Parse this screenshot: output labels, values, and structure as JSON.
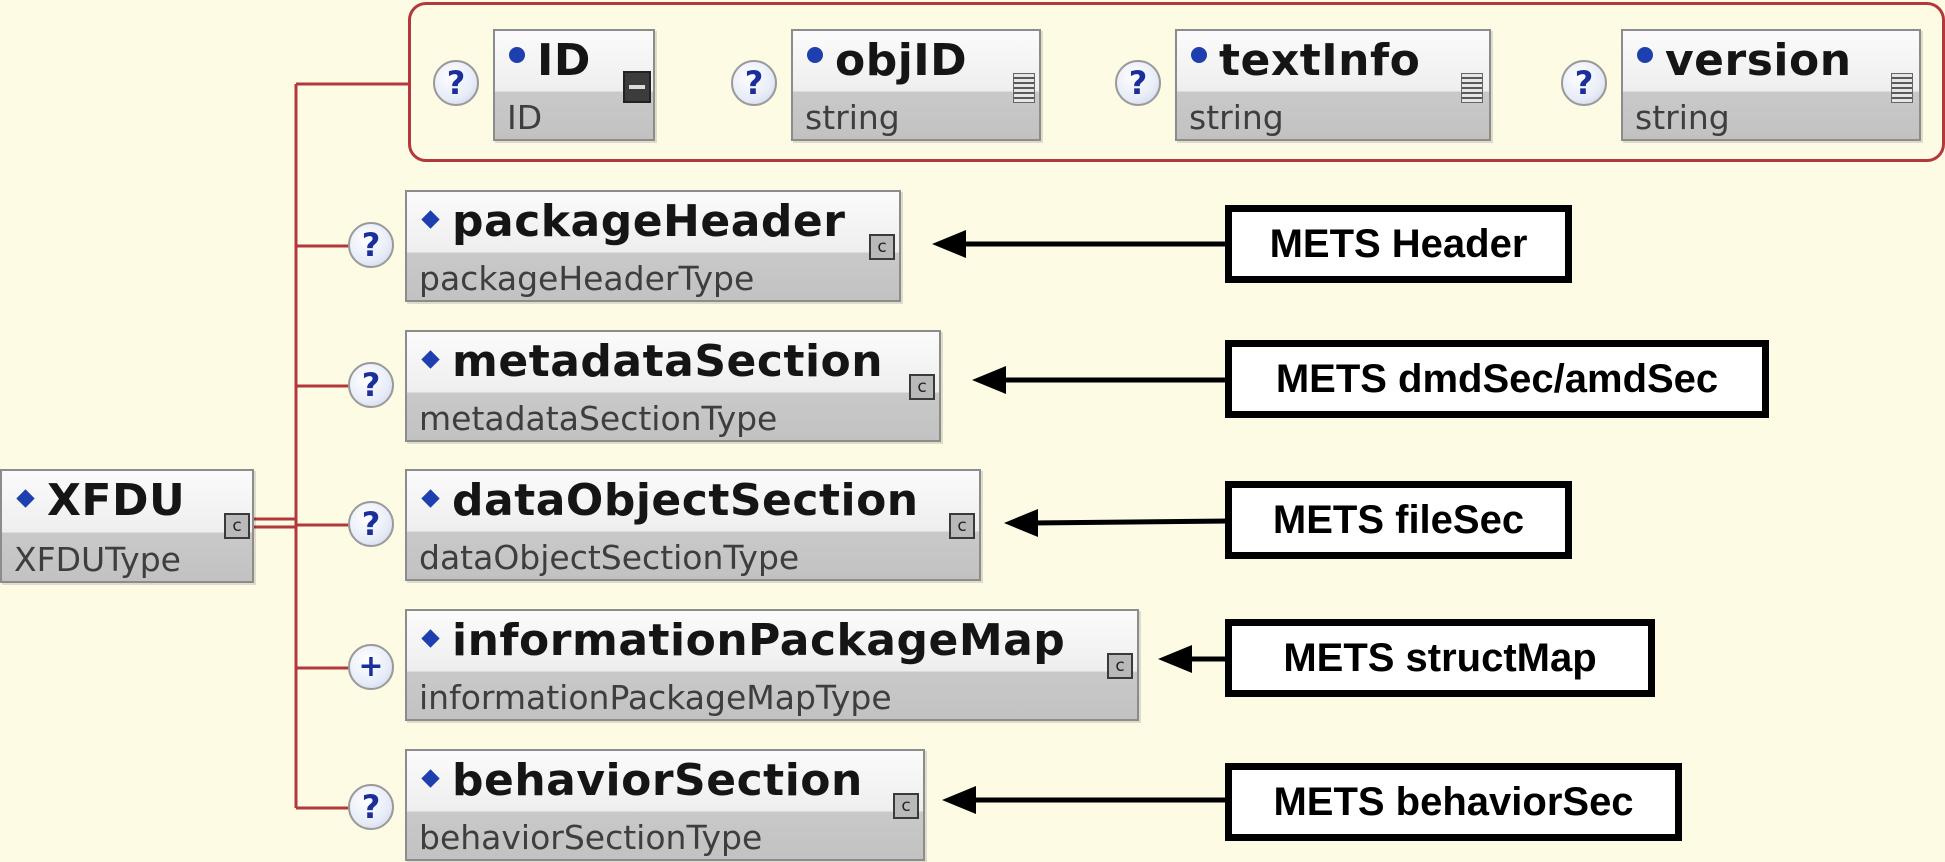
{
  "root": {
    "name": "XFDU",
    "type": "XFDUType"
  },
  "attributes": [
    {
      "name": "ID",
      "type": "ID"
    },
    {
      "name": "objID",
      "type": "string"
    },
    {
      "name": "textInfo",
      "type": "string"
    },
    {
      "name": "version",
      "type": "string"
    }
  ],
  "elements": [
    {
      "name": "packageHeader",
      "type": "packageHeaderType",
      "cardinality_symbol": "?",
      "mapping": "METS Header"
    },
    {
      "name": "metadataSection",
      "type": "metadataSectionType",
      "cardinality_symbol": "?",
      "mapping": "METS dmdSec/amdSec"
    },
    {
      "name": "dataObjectSection",
      "type": "dataObjectSectionType",
      "cardinality_symbol": "?",
      "mapping": "METS fileSec"
    },
    {
      "name": "informationPackageMap",
      "type": "informationPackageMapType",
      "cardinality_symbol": "+",
      "mapping": "METS structMap"
    },
    {
      "name": "behaviorSection",
      "type": "behaviorSectionType",
      "cardinality_symbol": "?",
      "mapping": "METS behaviorSec"
    }
  ],
  "icons": {
    "optional_symbol": "?",
    "complex_type_glyph": "c"
  },
  "colors": {
    "background": "#fdfbe4",
    "connector": "#b3383c",
    "bullet": "#1e3fae"
  }
}
